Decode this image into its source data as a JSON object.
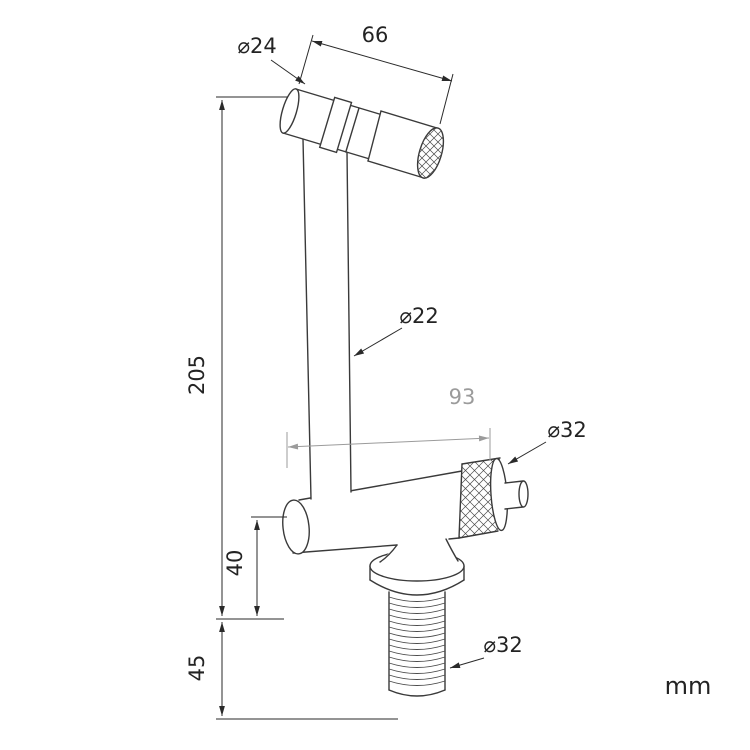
{
  "drawing": {
    "unit_label": "mm",
    "dimensions": {
      "spout_diameter": "⌀24",
      "spout_length": "66",
      "riser_diameter": "⌀22",
      "riser_height": "205",
      "reach": "93",
      "handle_diameter": "⌀32",
      "body_drop": "40",
      "shank_length": "45",
      "shank_diameter": "⌀32"
    }
  }
}
